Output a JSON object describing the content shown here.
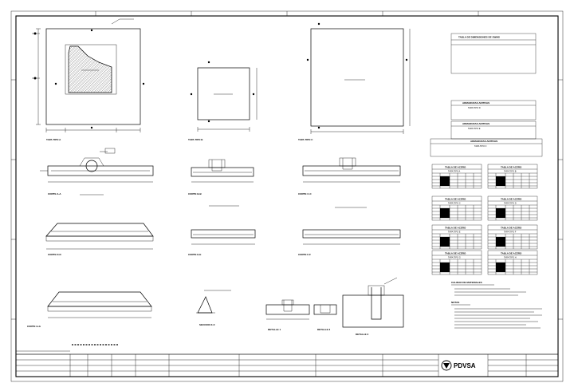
{
  "titleblock": {
    "company": "PDVSA",
    "drawing_title": "",
    "sheet": ""
  },
  "tables": {
    "dims": {
      "title": "TABLA DE DIMENSIONES DE SWMS"
    },
    "armaduras_1": {
      "title": "ARMADURAS ADITIVAS",
      "subtitle": "TAPA TIPO D"
    },
    "armaduras_2": {
      "title": "ARMADURAS ADITIVAS",
      "subtitle": "TAPA TIPO E"
    },
    "armaduras_3": {
      "title": "ARMADURAS ADITIVAS",
      "subtitle": "TAPA TIPO F"
    },
    "acero": [
      {
        "title": "TABLA DE ACERO",
        "subtitle": "TAPA TIPO A"
      },
      {
        "title": "TABLA DE ACERO",
        "subtitle": "TAPA TIPO B"
      },
      {
        "title": "TABLA DE ACERO",
        "subtitle": "TAPA TIPO C"
      },
      {
        "title": "TABLA DE ACERO",
        "subtitle": "TAPA TIPO D"
      },
      {
        "title": "TABLA DE ACERO",
        "subtitle": "TAPA TIPO E"
      },
      {
        "title": "TABLA DE ACERO",
        "subtitle": "TAPA TIPO F"
      },
      {
        "title": "TABLA DE ACERO",
        "subtitle": "TAPA TIPO G"
      },
      {
        "title": "TABLA DE ACERO",
        "subtitle": "TAPA TIPO H"
      }
    ]
  },
  "notes": {
    "materiales_title": "CALIDAD DE MATERIALES",
    "notas_title": "NOTAS"
  },
  "views": {
    "plan_1": "TAPA TIPO A",
    "plan_2": "TAPA TIPO B",
    "plan_3": "TAPA TIPO C",
    "corte_a": "CORTE A-A",
    "corte_b": "CORTE B-B",
    "corte_c": "CORTE C-C",
    "corte_d": "CORTE D-D",
    "corte_e": "CORTE E-E",
    "corte_f": "CORTE F-F",
    "corte_g": "CORTE G-G",
    "detalle_1": "DETALLE 1",
    "detalle_2": "DETALLE 2",
    "detalle_3": "DETALLE 3",
    "seccion": "SECCION X-X"
  }
}
